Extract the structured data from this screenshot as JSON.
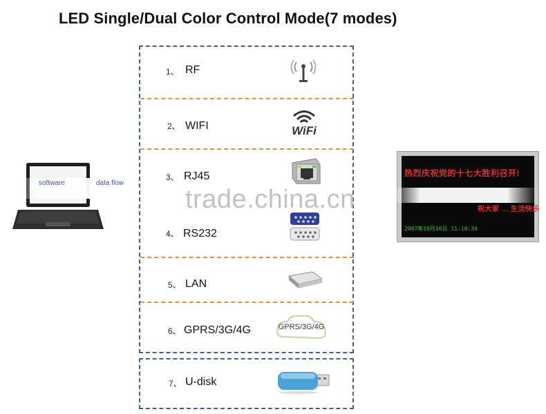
{
  "title": "LED Single/Dual Color Control Mode(7 modes)",
  "rows": [
    {
      "num": "1、",
      "label": "RF",
      "icon": "antenna-icon"
    },
    {
      "num": "2、",
      "label": "WIFI",
      "icon": "wifi-icon"
    },
    {
      "num": "3、",
      "label": "RJ45",
      "icon": "rj45-port-icon"
    },
    {
      "num": "4、",
      "label": "RS232",
      "icon": "rs232-connector-icon"
    },
    {
      "num": "5、",
      "label": "LAN",
      "icon": "router-icon"
    },
    {
      "num": "6、",
      "label": "GPRS/3G/4G",
      "icon": "cloud-icon"
    },
    {
      "num": "7、",
      "label": "U-disk",
      "icon": "usb-drive-icon"
    }
  ],
  "wifi_icon_text": "WiFi",
  "cloud_text": "GPRS/3G/4G",
  "laptop_labels": {
    "software": "software",
    "data_flow": "data flow"
  },
  "watermark": "trade.china.cn",
  "led_display": {
    "line1": "热烈庆祝党的十七大胜利召开!",
    "line2": "祝大家 ... 生活快乐",
    "time": "2007年10月16日  11:10:34"
  },
  "colors": {
    "outer_border": "#3f5f8f",
    "separator": "#e0903a",
    "led_red": "#e0302a",
    "led_green": "#3fbf3f"
  }
}
